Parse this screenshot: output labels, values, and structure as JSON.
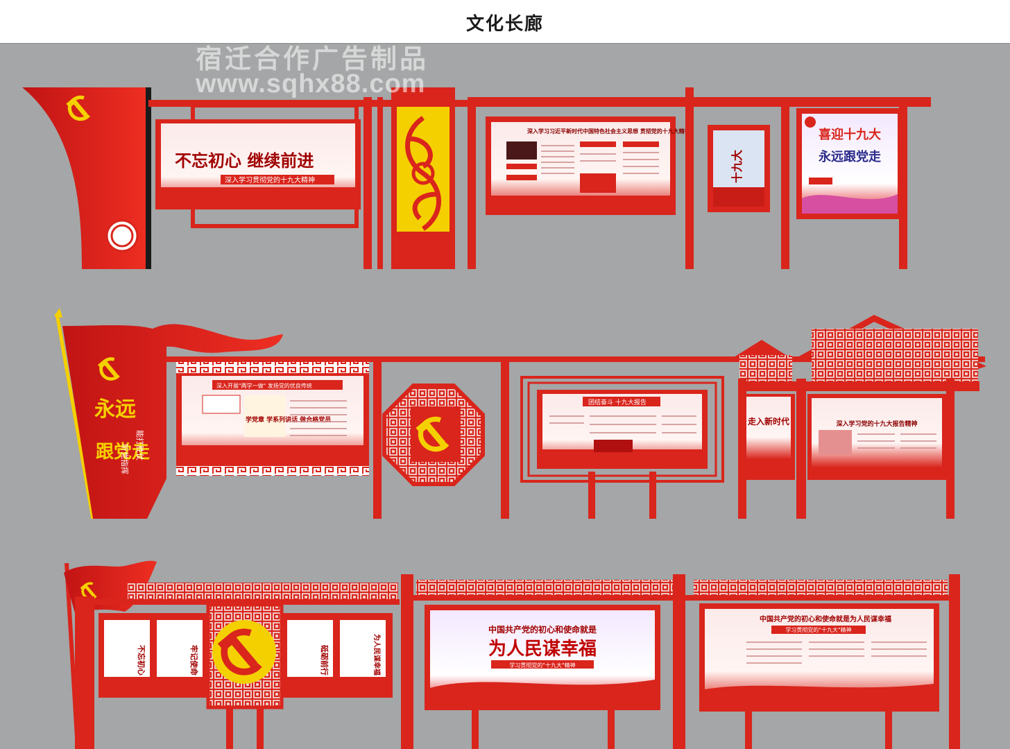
{
  "page": {
    "title": "文化长廊"
  },
  "watermark": {
    "line1": "宿迁合作广告制品",
    "line2": "www.sqhx88.com"
  },
  "colors": {
    "red": "#d9251c",
    "dark_red": "#b01010",
    "gold": "#f5d000",
    "bg": "#a4a6a7"
  },
  "row1": {
    "panel1_slogan": "不忘初心 继续前进",
    "panel1_sub": "深入学习贯彻党的十九大精神",
    "panel2_title": "深入学习习近平新时代中国特色社会主义思想 贯彻党的十九大精神",
    "poster_text": "十九大",
    "panel3_slogan_1": "喜迎十九大",
    "panel3_slogan_2": "永远跟党走"
  },
  "row2": {
    "flag_text_1": "永远",
    "flag_text_2": "跟党走",
    "flag_side_1": "听党指挥",
    "flag_side_2": "能打胜仗",
    "panel1_title": "深入开展\"两学一做\" 发扬党的优良传统",
    "panel1_sub": "学党章 学系列讲话 做合格党员",
    "panel2_title": "团结奋斗 十九大报告",
    "panel3_title": "走入新时代",
    "panel4_title": "深入学习党的十九大报告精神"
  },
  "row3": {
    "poster1": "不忘初心",
    "poster2": "牢记使命",
    "poster3": "砥砺前行",
    "poster4": "为人民谋幸福",
    "banner1_line1": "中国共产党的初心和使命就是",
    "banner1_line2": "为人民谋幸福",
    "banner1_sub": "学习贯彻党的\"十九大\"精神",
    "banner2_title": "中国共产党的初心和使命就是为人民谋幸福",
    "banner2_sub": "学习贯彻党的\"十九大\"精神"
  }
}
